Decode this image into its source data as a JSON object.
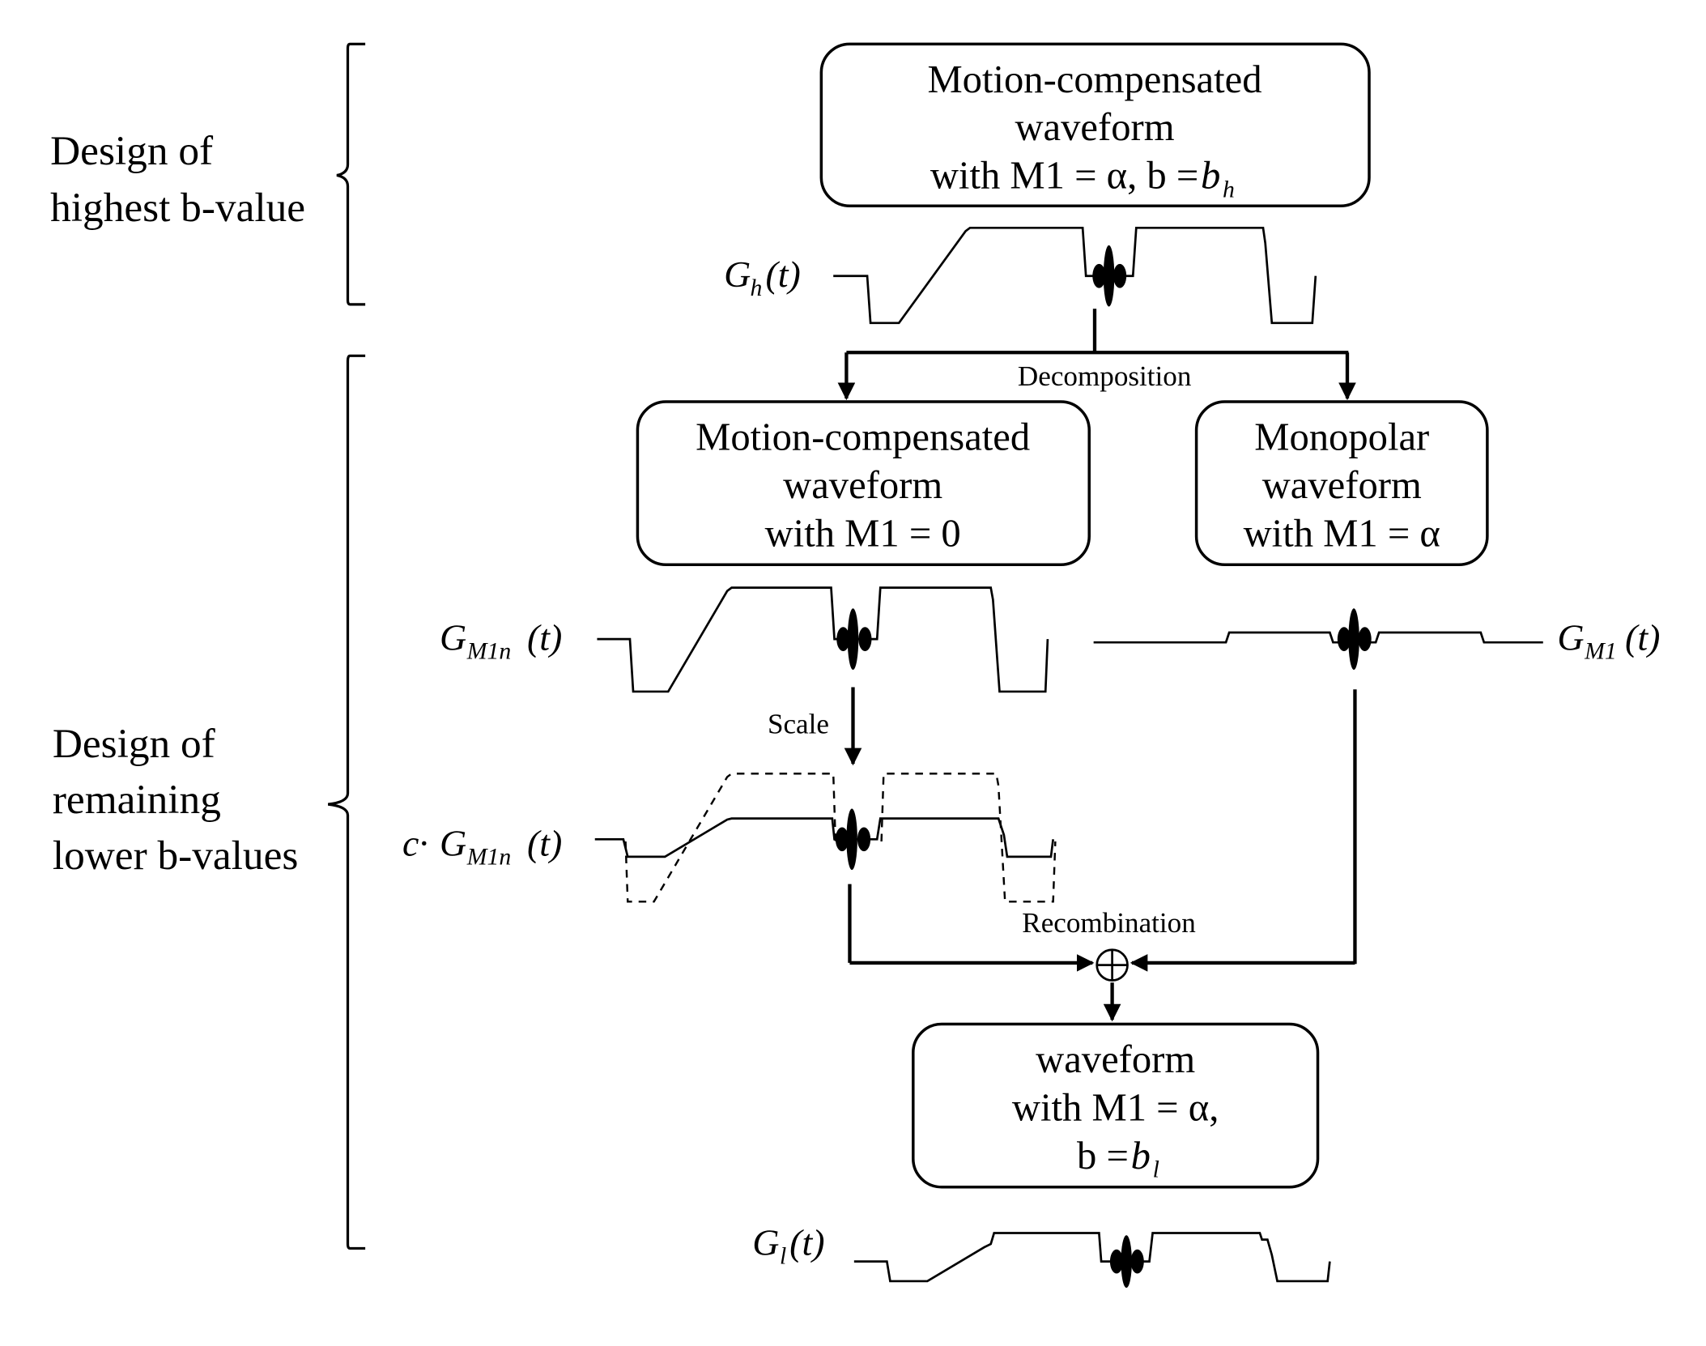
{
  "sections": {
    "highest": {
      "lines": [
        "Design of",
        "highest b-value"
      ]
    },
    "remaining": {
      "lines": [
        "Design of",
        "remaining",
        "lower b-values"
      ]
    }
  },
  "boxes": {
    "top": {
      "lines": [
        "Motion-compensated",
        "waveform",
        "with M1 = α, b = "
      ],
      "b_symbol": "b",
      "b_sub": "h"
    },
    "left": {
      "lines": [
        "Motion-compensated",
        "waveform",
        "with M1 = 0"
      ]
    },
    "right": {
      "lines": [
        "Monopolar",
        "waveform",
        "with M1 = α"
      ]
    },
    "bottom": {
      "lines": [
        "waveform",
        "with M1 = α,",
        "b = "
      ],
      "b_symbol": "b",
      "b_sub": "l"
    }
  },
  "waveform_labels": {
    "gh": {
      "main": "G",
      "sub": "h",
      "arg": "(t)"
    },
    "gm1n": {
      "main": "G",
      "sub": "M1n",
      "arg": "(t)"
    },
    "gm1": {
      "main": "G",
      "sub": "M1",
      "arg": "(t)"
    },
    "cgm1n": {
      "prefix": "c·",
      "main": "G",
      "sub": "M1n",
      "arg": "(t)"
    },
    "gl": {
      "main": "G",
      "sub": "l",
      "arg": "(t)"
    }
  },
  "steps": {
    "decomposition": "Decomposition",
    "scale": "Scale",
    "recombination": "Recombination",
    "sum_symbol": "⊕"
  }
}
